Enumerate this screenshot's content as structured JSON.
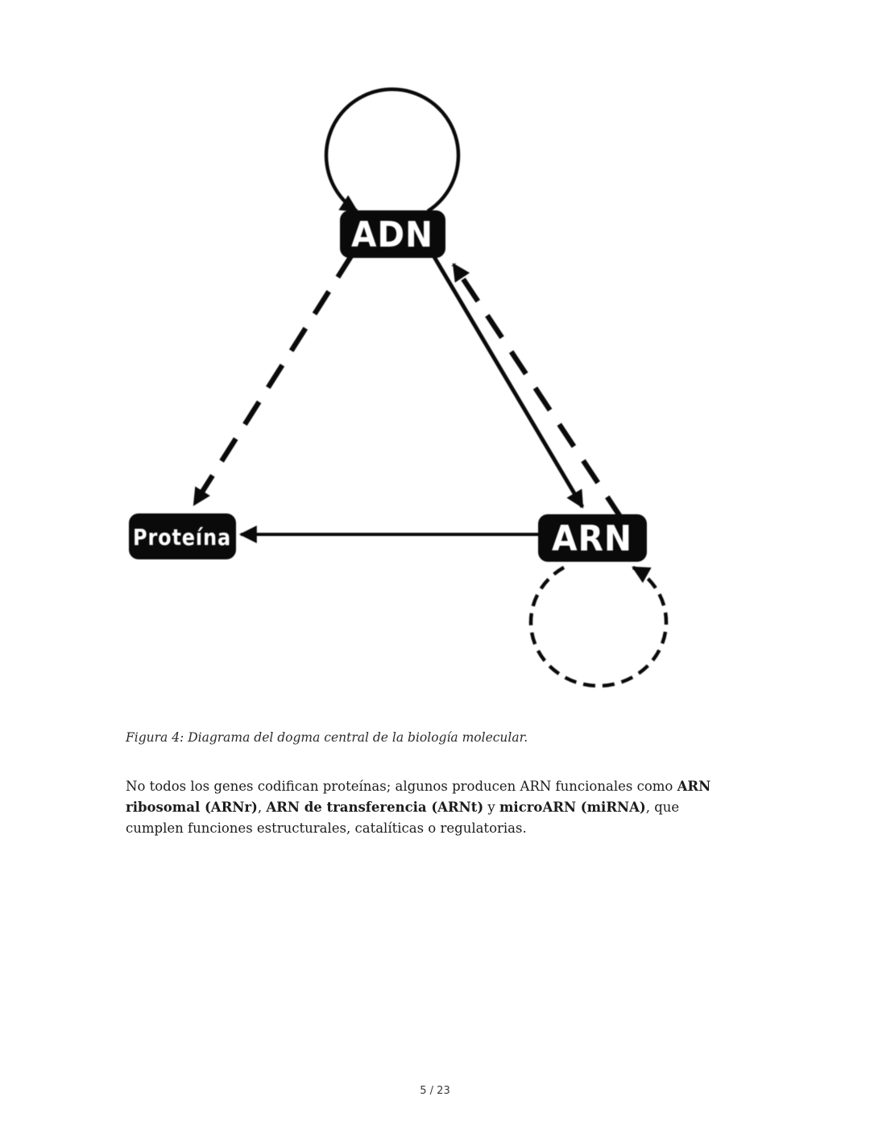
{
  "figure": {
    "ink_color": "#0a0a0a",
    "node_text_color": "#ffffff",
    "background": "#ffffff",
    "nodes": {
      "adn": {
        "label": "ADN"
      },
      "arn": {
        "label": "ARN"
      },
      "proteina": {
        "label": "Proteína"
      }
    },
    "edges": [
      {
        "from": "ADN",
        "to": "ADN",
        "style": "solid",
        "shape": "self-loop"
      },
      {
        "from": "ADN",
        "to": "ARN",
        "style": "solid",
        "shape": "straight"
      },
      {
        "from": "ARN",
        "to": "ADN",
        "style": "dashed",
        "shape": "straight"
      },
      {
        "from": "ARN",
        "to": "Proteína",
        "style": "solid",
        "shape": "straight"
      },
      {
        "from": "ADN",
        "to": "Proteína",
        "style": "dashed",
        "shape": "straight"
      },
      {
        "from": "ARN",
        "to": "ARN",
        "style": "dashed",
        "shape": "self-loop"
      }
    ]
  },
  "caption": "Figura 4: Diagrama del dogma central de la biología molecular.",
  "paragraph": {
    "segments": [
      {
        "text": "No todos los genes codifican proteínas; algunos producen ARN funcionales como ",
        "bold": false
      },
      {
        "text": "ARN ribosomal (ARNr)",
        "bold": true
      },
      {
        "text": ", ",
        "bold": false
      },
      {
        "text": "ARN de transferencia (ARNt)",
        "bold": true
      },
      {
        "text": " y ",
        "bold": false
      },
      {
        "text": "microARN (miRNA)",
        "bold": true
      },
      {
        "text": ", que cumplen funciones estructurales, catalíticas o regulatorias.",
        "bold": false
      }
    ]
  },
  "footer": {
    "page_indicator": "5 / 23"
  }
}
